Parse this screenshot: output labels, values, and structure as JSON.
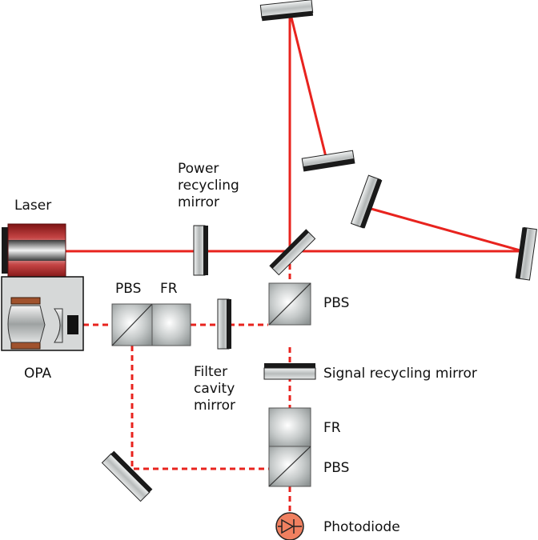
{
  "colors": {
    "beam": "#e8231e",
    "optic_dark": "#1a1a1a",
    "optic_light": "#d8dcdc",
    "laser_red": "#a01c1c",
    "opa_bg": "#d6d8d8",
    "opa_brown": "#a0522d",
    "diode_orange": "#f08060"
  },
  "labels": {
    "laser": "Laser",
    "power_recycling": [
      "Power",
      "recycling",
      "mirror"
    ],
    "pbs_left": "PBS",
    "fr_left": "FR",
    "opa": "OPA",
    "filter_cavity": [
      "Filter",
      "cavity",
      "mirror"
    ],
    "pbs_right": "PBS",
    "signal_recycling": "Signal recycling mirror",
    "fr_bottom": "FR",
    "pbs_bottom": "PBS",
    "photodiode": "Photodiode"
  }
}
